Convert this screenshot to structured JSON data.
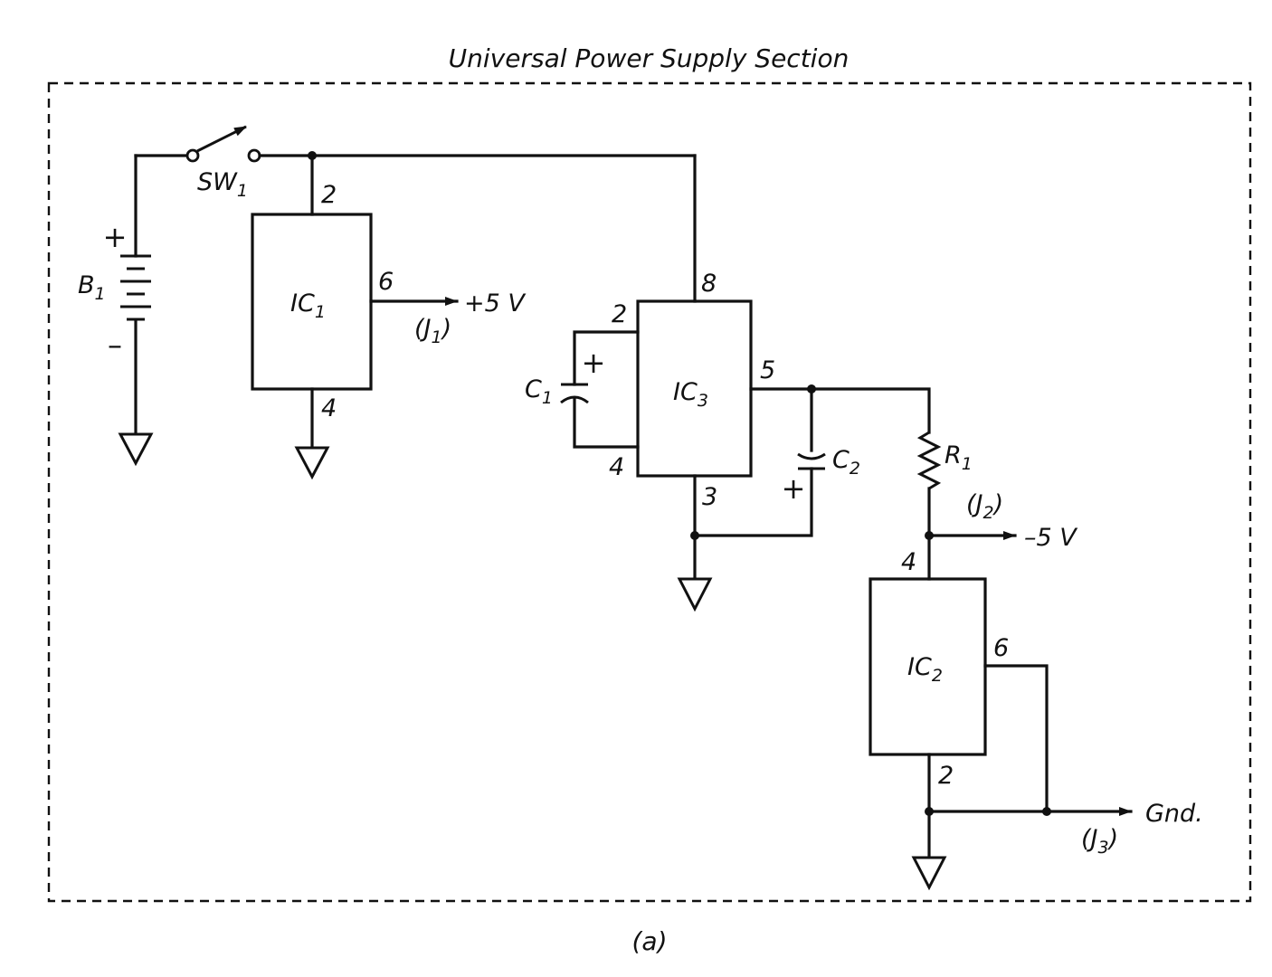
{
  "title": "Universal Power Supply Section",
  "caption": "(a)",
  "components": {
    "battery": {
      "main": "B",
      "sub": "1",
      "plus": "+",
      "minus": "–"
    },
    "switch": {
      "main": "SW",
      "sub": "1"
    },
    "ic1": {
      "main": "IC",
      "sub": "1",
      "pin_in": "2",
      "pin_out": "6",
      "pin_gnd": "4"
    },
    "ic3": {
      "main": "IC",
      "sub": "3",
      "pin_top": "8",
      "pin_c_plus": "2",
      "pin_c_minus": "4",
      "pin_out": "5",
      "pin_gnd": "3"
    },
    "ic2": {
      "main": "IC",
      "sub": "2",
      "pin_top": "4",
      "pin_out": "6",
      "pin_bottom": "2"
    },
    "c1": {
      "main": "C",
      "sub": "1",
      "polarity": "+"
    },
    "c2": {
      "main": "C",
      "sub": "2",
      "polarity": "+"
    },
    "r1": {
      "main": "R",
      "sub": "1"
    }
  },
  "outputs": {
    "j1": {
      "voltage": "+5 V",
      "jack_open": "(J",
      "jack_sub": "1",
      "jack_close": ")"
    },
    "j2": {
      "voltage": "–5 V",
      "jack_open": "(J",
      "jack_sub": "2",
      "jack_close": ")"
    },
    "j3": {
      "voltage": "Gnd.",
      "jack_open": "(J",
      "jack_sub": "3",
      "jack_close": ")"
    }
  }
}
